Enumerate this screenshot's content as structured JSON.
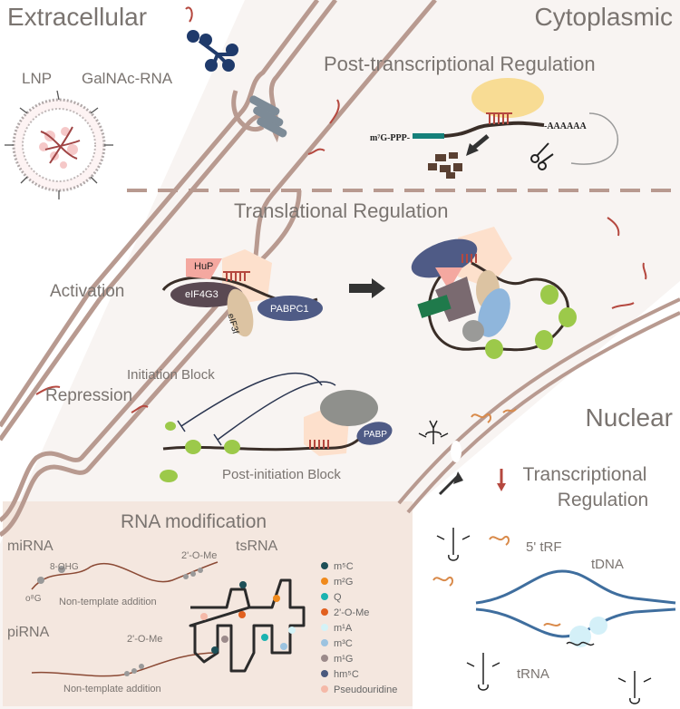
{
  "regions": {
    "extracellular": "Extracellular",
    "cytoplasmic": "Cytoplasmic",
    "nuclear": "Nuclear"
  },
  "delivery": {
    "lnp": "LNP",
    "galnac": "GalNAc-RNA"
  },
  "post_transcriptional": {
    "title": "Post-transcriptional Regulation",
    "cap_label": "m⁷G-PPP-",
    "polya_label": "-AAAAAA"
  },
  "translational": {
    "title": "Translational Regulation",
    "activation_label": "Activation",
    "repression_label": "Repression",
    "initiation_block": "Initiation Block",
    "post_initiation_block": "Post-initiation Block",
    "factors": {
      "hup": "HuP",
      "eif4g3": "eIF4G3",
      "eif3f": "eIF3f",
      "pabpc1": "PABPC1",
      "pabp": "PABP"
    }
  },
  "transcriptional": {
    "title_line1": "Transcriptional",
    "title_line2": "Regulation",
    "trf_label": "5' tRF",
    "tdna_label": "tDNA",
    "trna_label": "tRNA"
  },
  "rna_modification": {
    "title": "RNA modification",
    "mirna": {
      "label": "miRNA",
      "mod_8ohg": "8-OHG",
      "mod_o8g": "o⁸G",
      "mod_2ome": "2'-O-Me",
      "non_template": "Non-template addition"
    },
    "pirna": {
      "label": "piRNA",
      "mod_2ome": "2'-O-Me",
      "non_template": "Non-template addition"
    },
    "tsrna": {
      "label": "tsRNA"
    },
    "legend": [
      {
        "label": "m⁵C",
        "color": "#1d4f57"
      },
      {
        "label": "m²G",
        "color": "#f08a1c"
      },
      {
        "label": "Q",
        "color": "#1bb3b0"
      },
      {
        "label": "2'-O-Me",
        "color": "#e1601f"
      },
      {
        "label": "m¹A",
        "color": "#d4f3f7"
      },
      {
        "label": "m³C",
        "color": "#9cc3e0"
      },
      {
        "label": "m¹G",
        "color": "#9b8a8a"
      },
      {
        "label": "hm⁵C",
        "color": "#4a5a7e"
      },
      {
        "label": "Pseudouridine",
        "color": "#f5b9a8"
      }
    ]
  },
  "colors": {
    "membrane": "#b89a90",
    "rna_red": "#b5483f",
    "rna_orange": "#d98a4a",
    "ribosome": "#8f908c",
    "pabp_blue": "#4f5b86",
    "green": "#9cc94a",
    "dna_blue": "#3f6e9e"
  }
}
